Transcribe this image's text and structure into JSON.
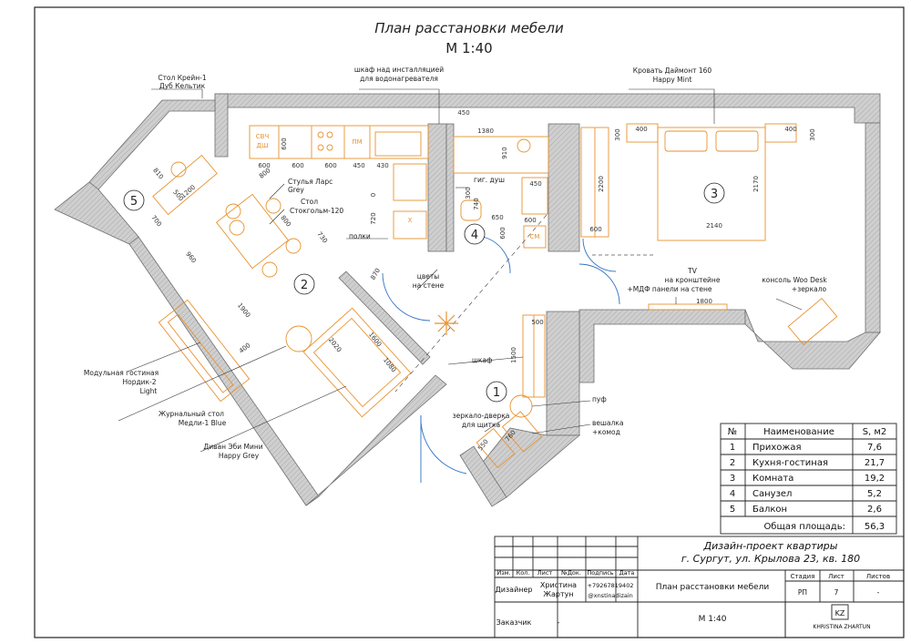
{
  "title": {
    "line1": "План расстановки мебели",
    "line2": "М 1:40"
  },
  "colors": {
    "wall": "#c8c8c8",
    "wall_edge": "#6e6e6e",
    "furniture": "#e8922e",
    "door": "#2e72c4",
    "line": "#222222"
  },
  "rooms": [
    {
      "num": "1"
    },
    {
      "num": "2"
    },
    {
      "num": "3"
    },
    {
      "num": "4"
    },
    {
      "num": "5"
    }
  ],
  "annotations": {
    "table_crane": "Стол Крейн-1",
    "table_crane_sub": "Дуб Кельтик",
    "cabinet_heater": "шкаф над инсталляцией",
    "cabinet_heater_sub": "для водонагревателя",
    "bed": "Кровать Даймонт 160",
    "bed_sub": "Happy Mint",
    "chairs": "Стулья Ларс",
    "chairs_sub": "Grey",
    "table_stockholm": "Стол",
    "table_stockholm_sub": "Стокгольм-120",
    "shelves": "полки",
    "flowers": "цветы",
    "flowers_sub": "на стене",
    "hyg_shower": "гиг. душ",
    "tv": "TV",
    "tv_sub1": "на кронштейне",
    "tv_sub2": "+МДФ панели на стене",
    "console": "консоль Woo Desk",
    "console_sub": "+зеркало",
    "wardrobe": "шкаф",
    "modular1": "Модульная гостиная",
    "modular2": "Нордик-2",
    "modular3": "Light",
    "coffee1": "Журнальный стол",
    "coffee2": "Медли-1 Blue",
    "sofa1": "Диван Эби Мини",
    "sofa2": "Happy Grey",
    "mirror1": "зеркало-дверка",
    "mirror2": "для щитка",
    "pouf": "пуф",
    "hanger1": "вешалка",
    "hanger2": "+комод",
    "svch": "СВЧ",
    "dsh": "ДШ",
    "pm": "ПМ",
    "x": "Х",
    "sm": "СМ"
  },
  "dimensions": {
    "d600a": "600",
    "d600b": "600",
    "d600c": "600",
    "d450": "450",
    "d430": "430",
    "d450top": "450",
    "d1380": "1380",
    "d910": "910",
    "d300a": "300",
    "d740": "740",
    "d650": "650",
    "d600sm": "600",
    "d450b": "450",
    "d300b": "300",
    "d400a": "400",
    "d2200": "2200",
    "d600wall": "600",
    "d2140": "2140",
    "d2170": "2170",
    "d300c": "300",
    "d400b": "400",
    "d1800": "1800",
    "d800": "800",
    "d720": "720",
    "d730": "730",
    "d870": "870",
    "d1200": "1200",
    "d500": "500",
    "d810": "810",
    "d700": "700",
    "d960": "960",
    "d1900": "1900",
    "d400c": "400",
    "d2020": "2020",
    "d1600": "1600",
    "d1080": "1080",
    "d500hall": "500",
    "d1500": "1500",
    "d550": "550",
    "d760": "760",
    "d600top": "600",
    "d0": "0"
  },
  "table": {
    "headers": [
      "№",
      "Наименование",
      "S, м2"
    ],
    "rows": [
      {
        "n": "1",
        "name": "Прихожая",
        "s": "7,6"
      },
      {
        "n": "2",
        "name": "Кухня-гостиная",
        "s": "21,7"
      },
      {
        "n": "3",
        "name": "Комната",
        "s": "19,2"
      },
      {
        "n": "4",
        "name": "Санузел",
        "s": "5,2"
      },
      {
        "n": "5",
        "name": "Балкон",
        "s": "2,6"
      }
    ],
    "total_label": "Общая площадь:",
    "total_value": "56,3"
  },
  "stamp": {
    "project1": "Дизайн-проект квартиры",
    "project2": "г. Сургут, ул. Крылова 23, кв. 180",
    "col_izm": "Изм.",
    "col_kol": "Кол.",
    "col_list": "Лист",
    "col_ndok": "№Док.",
    "col_podp": "Подпись",
    "col_data": "Дата",
    "designer_label": "Дизайнер",
    "designer_name1": "Христина",
    "designer_name2": "Жартун",
    "phone": "+79267819402",
    "instagram": "@xnstinadizain",
    "sheet_title": "План расстановки мебели",
    "stage_label": "Стадия",
    "sheet_label": "Лист",
    "sheets_label": "Листов",
    "stage": "РП",
    "sheet_num": "7",
    "sheets_total": "-",
    "customer_label": "Заказчик",
    "customer_value": "-",
    "scale": "М 1:40",
    "logo_letters": "KZ",
    "brand": "KHRISTINA ZHARTUN"
  }
}
